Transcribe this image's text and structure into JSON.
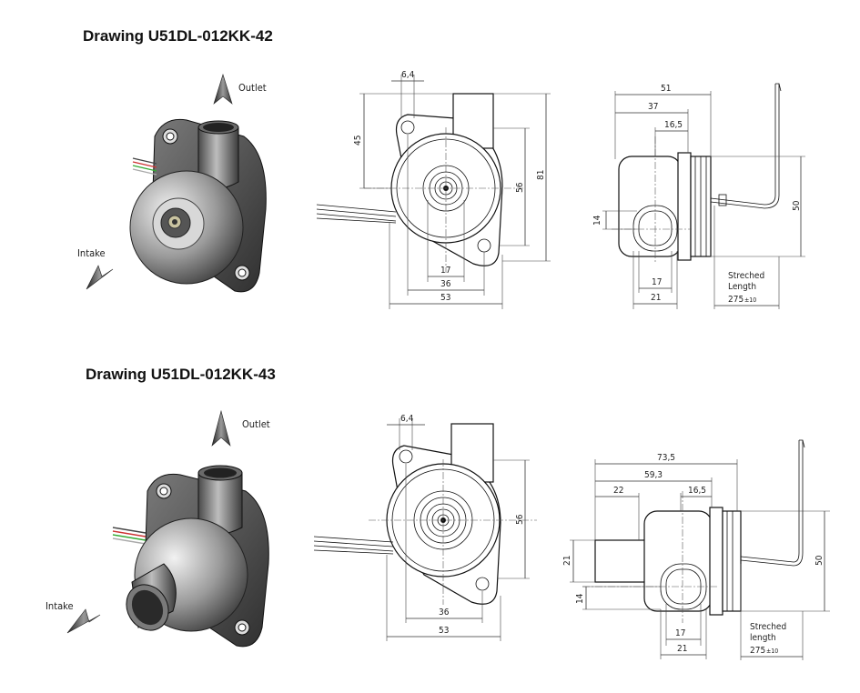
{
  "drawings": [
    {
      "title": "Drawing U51DL-012KK-42",
      "iso": {
        "outlet_label": "Outlet",
        "intake_label": "Intake"
      },
      "front": {
        "dims": [
          "6,4",
          "45",
          "56",
          "81",
          "17",
          "36",
          "53"
        ]
      },
      "side": {
        "dims": [
          "51",
          "37",
          "16,5",
          "14",
          "50",
          "17",
          "21"
        ],
        "note": [
          "Streched",
          "Length",
          "275"
        ],
        "tol": "±10"
      }
    },
    {
      "title": "Drawing U51DL-012KK-43",
      "iso": {
        "outlet_label": "Outlet",
        "intake_label": "Intake"
      },
      "front": {
        "dims": [
          "6,4",
          "56",
          "36",
          "53"
        ]
      },
      "side": {
        "dims": [
          "73,5",
          "59,3",
          "22",
          "16,5",
          "21",
          "14",
          "50",
          "17",
          "21"
        ],
        "note": [
          "Streched",
          "length",
          "275"
        ],
        "tol": "±10"
      }
    }
  ]
}
